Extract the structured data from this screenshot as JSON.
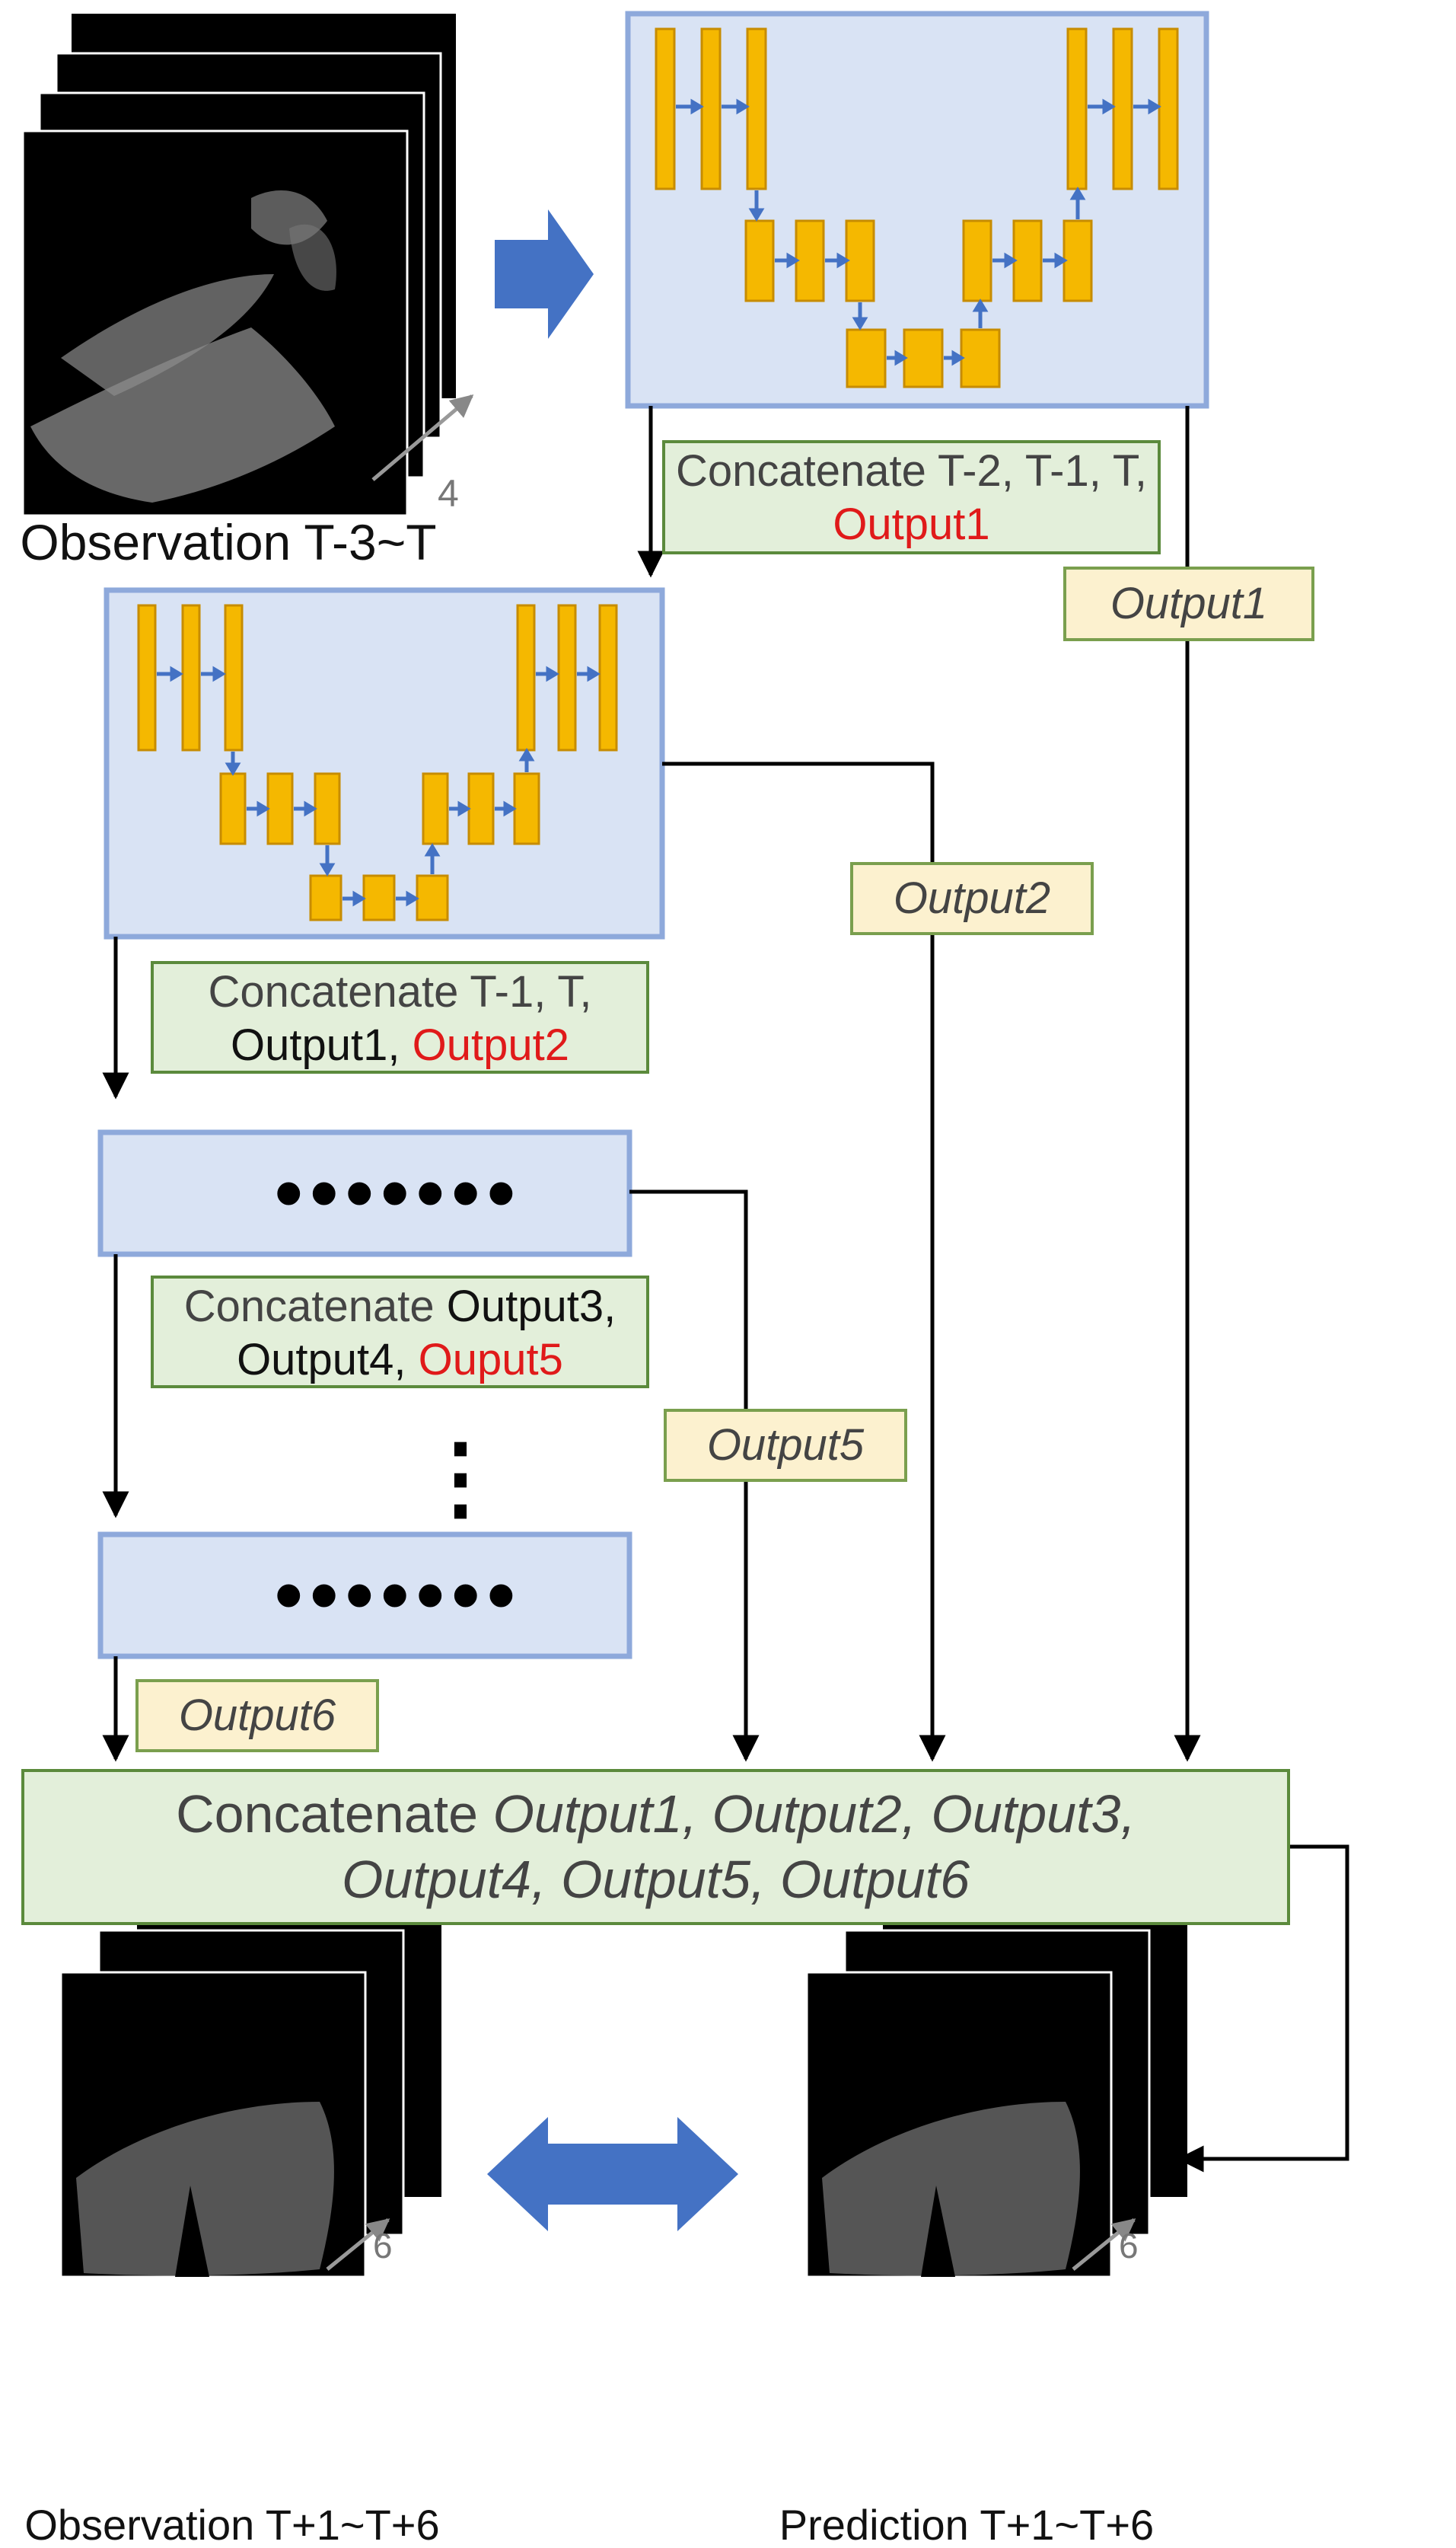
{
  "input": {
    "caption": "Observation T-3~T",
    "count": "4"
  },
  "step1": {
    "concat_prefix": "Concatenate T-2, T-1, T,",
    "concat_output": "Output1",
    "output": "Output1"
  },
  "step2": {
    "concat_prefix": "Concatenate T-1, T,",
    "concat_prev": "Output1,",
    "concat_output": "Output2",
    "output": "Output2"
  },
  "ellipsis_block": {
    "dots": "•••••••"
  },
  "step5": {
    "concat_prefix": "Concatenate",
    "concat_prev1": "Output3,",
    "concat_prev2": "Output4,",
    "concat_output": "Ouput5",
    "output": "Output5"
  },
  "vertical_dots": "⋮",
  "step6": {
    "output": "Output6"
  },
  "final_concat": {
    "prefix": "Concatenate",
    "line1_italic": "Output1, Output2, Output3,",
    "line2_italic": "Output4, Output5, Output6"
  },
  "result": {
    "observation_caption": "Observation T+1~T+6",
    "prediction_caption": "Prediction T+1~T+6",
    "count": "6"
  },
  "colors": {
    "unet_box_fill": "#d9e3f4",
    "unet_box_border": "#8ea9db",
    "layer_fill": "#f5b800",
    "layer_border": "#c78c00",
    "arrow_blue": "#4472c4",
    "green_box": "#e3efda",
    "tan_box": "#fcf1cf"
  }
}
